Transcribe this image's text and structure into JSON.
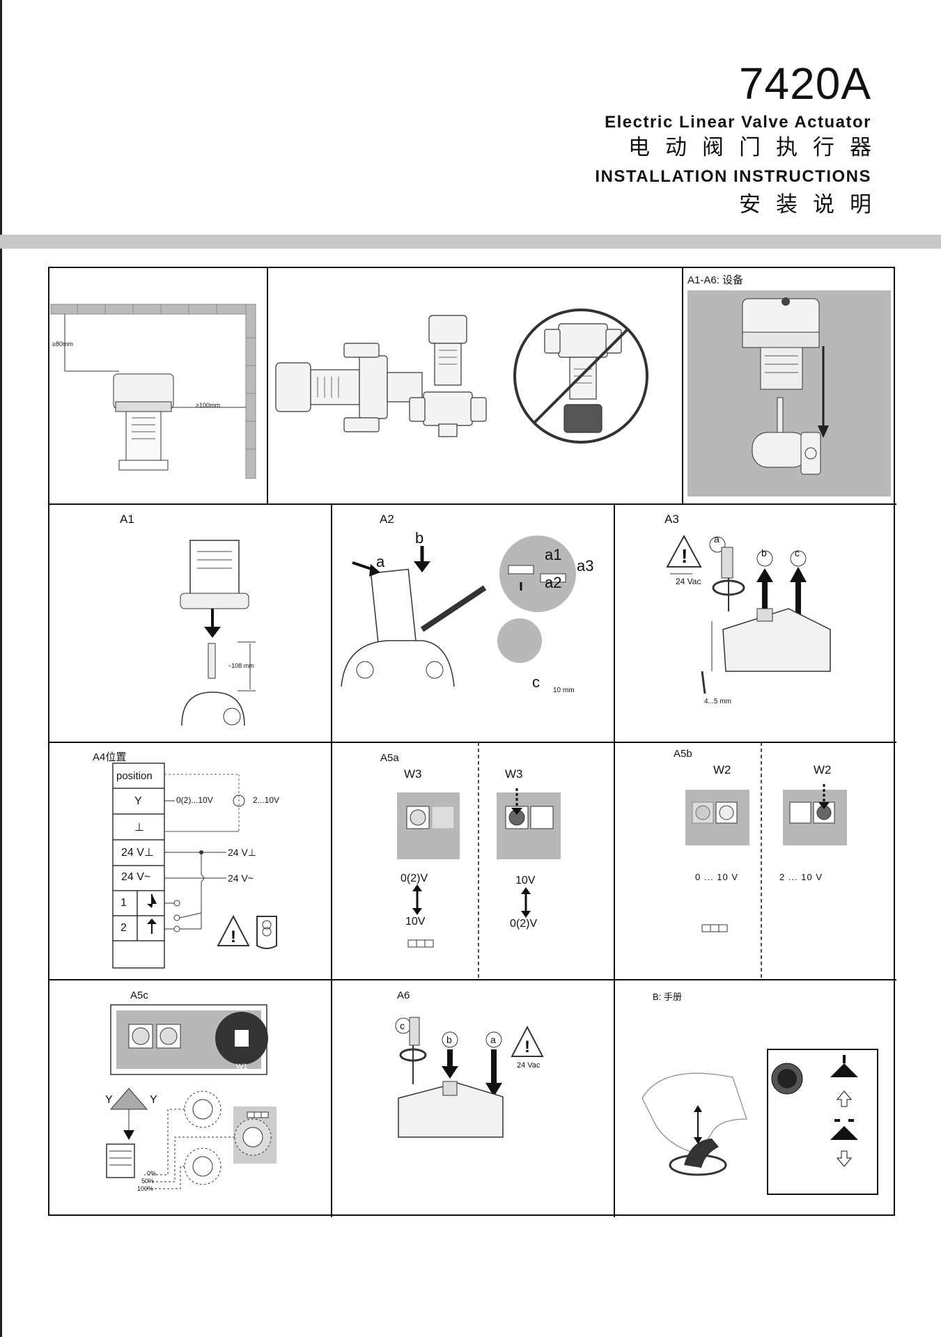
{
  "header": {
    "model": "7420A",
    "title_en": "Electric Linear Valve Actuator",
    "title_cn": "电动阀门执行器",
    "subtitle_en": "INSTALLATION INSTRUCTIONS",
    "subtitle_cn": "安装说明"
  },
  "row1": {
    "clearance_top": "≥80mm",
    "clearance_side": "≥100mm",
    "panel3_label": "A1-A6: 设备"
  },
  "a1": {
    "label": "A1",
    "dimension": "~108 mm"
  },
  "a2": {
    "label": "A2",
    "step_a": "a",
    "step_b": "b",
    "step_c": "c",
    "inset_a1": "a1",
    "inset_a2": "a2",
    "inset_a3": "a3",
    "wrench": "10 mm"
  },
  "a3": {
    "label": "A3",
    "step_a": "a",
    "step_b": "b",
    "step_c": "c",
    "voltage": "24 Vac",
    "screwdriver": "4...5 mm"
  },
  "a4": {
    "label": "A4位置",
    "rows": [
      "position",
      "Y",
      "⊥",
      "24 V⊥",
      "24 V~",
      "1",
      "2"
    ],
    "signal_in": "0(2)...10V",
    "signal_out": "2...10V",
    "out1": "24 V⊥",
    "out2": "24 V~"
  },
  "a5a": {
    "label": "A5a",
    "left_title": "W3",
    "right_title": "W3",
    "left_top": "0(2)V",
    "left_bottom": "10V",
    "right_top": "10V",
    "right_bottom": "0(2)V"
  },
  "a5b": {
    "label": "A5b",
    "left_title": "W2",
    "right_title": "W2",
    "left_range": "0 ... 10 V",
    "right_range": "2 ... 10 V"
  },
  "a5c": {
    "label": "A5c",
    "switch": "W1",
    "y_left": "Y",
    "y_right": "Y",
    "p0": "0%",
    "p50": "50%",
    "p100": "100%"
  },
  "a6": {
    "label": "A6",
    "step_a": "a",
    "step_b": "b",
    "step_c": "c",
    "voltage": "24 Vac"
  },
  "b": {
    "label": "B: 手册"
  }
}
